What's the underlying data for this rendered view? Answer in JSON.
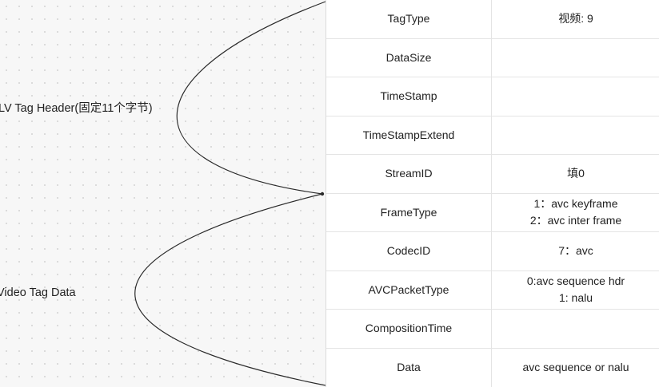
{
  "brace_labels": {
    "flv_header": "LV Tag Header(固定11个字节)",
    "video_data": "Video Tag  Data"
  },
  "rows": [
    {
      "name": "TagType",
      "value": [
        "视频: 9"
      ]
    },
    {
      "name": "DataSize",
      "value": []
    },
    {
      "name": "TimeStamp",
      "value": []
    },
    {
      "name": "TimeStampExtend",
      "value": []
    },
    {
      "name": "StreamID",
      "value": [
        "填0"
      ]
    },
    {
      "name": "FrameType",
      "value": [
        "1：avc keyframe",
        "2：avc inter frame"
      ]
    },
    {
      "name": "CodecID",
      "value": [
        "7：avc"
      ]
    },
    {
      "name": "AVCPacketType",
      "value": [
        "0:avc sequence hdr",
        "1: nalu"
      ]
    },
    {
      "name": "CompositionTime",
      "value": []
    },
    {
      "name": "Data",
      "value": [
        "avc sequence or nalu"
      ]
    }
  ]
}
